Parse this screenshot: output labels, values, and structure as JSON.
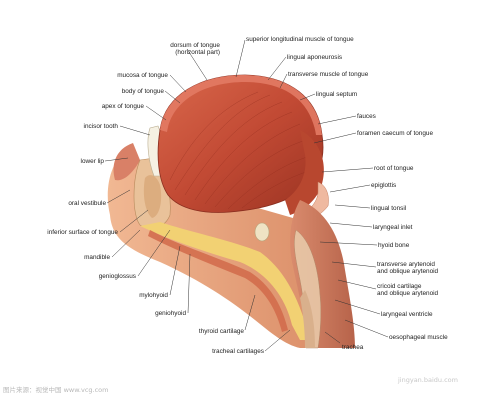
{
  "labels": {
    "dorsum": "dorsum of tongue\n(horizontal part)",
    "mucosa": "mucosa of tongue",
    "body": "body of tongue",
    "apex": "apex of tongue",
    "incisor": "incisor tooth",
    "lower_lip": "lower lip",
    "oral_vestibule": "oral vestibule",
    "inferior_surface": "inferior surface of tongue",
    "mandible": "mandible",
    "genioglossus": "genioglossus",
    "mylohyoid": "mylohyoid",
    "geniohyoid": "geniohyoid",
    "thyroid_cartilage": "thyroid cartilage",
    "tracheal_cartilages": "tracheal cartilages",
    "superior_longitudinal": "superior longitudinal muscle of tongue",
    "lingual_aponeurosis": "lingual aponeurosis",
    "transverse_muscle": "transverse muscle of tongue",
    "lingual_septum": "lingual septum",
    "fauces": "fauces",
    "foramen_caecum": "foramen caecum of tongue",
    "root": "root of tongue",
    "epiglottis": "epiglottis",
    "lingual_tonsil": "lingual tonsil",
    "laryngeal_inlet": "laryngeal inlet",
    "hyoid_bone": "hyoid bone",
    "transverse_arytenoid": "transverse arytenoid\nand oblique arytenoid",
    "cricoid_cartilage": "cricoid cartilage\nand oblique arytenoid",
    "laryngeal_ventricle": "laryngeal ventricle",
    "oesophageal_muscle": "oesophageal muscle",
    "trachea": "trachea"
  },
  "watermark": {
    "left": "图片来源：视觉中国 www.vcg.com",
    "right": "jingyan.baidu.com"
  },
  "colors": {
    "muscle": "#c9503a",
    "muscle_dark": "#8e2a1c",
    "skin": "#e8a27c",
    "fat": "#f2d173",
    "bone": "#efe3c4",
    "leader": "#333333"
  }
}
